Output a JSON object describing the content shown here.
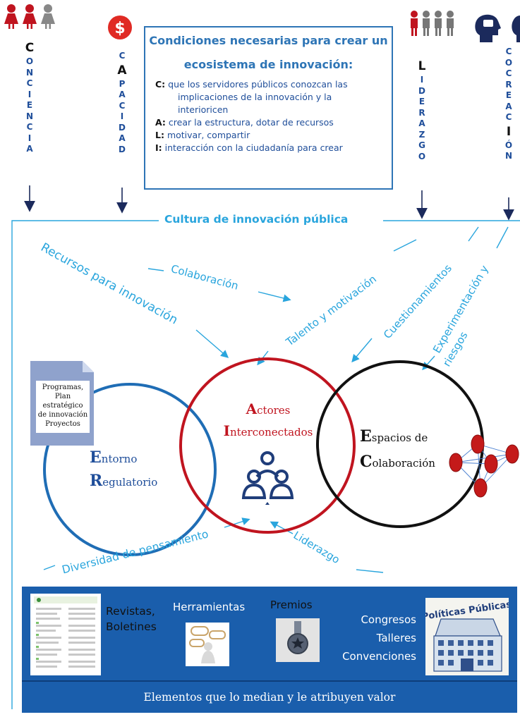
{
  "columns": {
    "conciencia": [
      "C",
      "O",
      "N",
      "C",
      "I",
      "E",
      "N",
      "C",
      "I",
      "A"
    ],
    "capacidad": [
      "C",
      "A",
      "P",
      "A",
      "C",
      "I",
      "D",
      "A",
      "D"
    ],
    "liderazgo": [
      "L",
      "I",
      "D",
      "E",
      "R",
      "A",
      "Z",
      "G",
      "O"
    ],
    "cocreacion": [
      "C",
      "O",
      "C",
      "R",
      "E",
      "A",
      "C",
      "I",
      "Ó",
      "N"
    ]
  },
  "dollar_symbol": "$",
  "conditions": {
    "title_line1": "Condiciones necesarias para crear un",
    "title_line2": "ecosistema de innovación:",
    "items": [
      {
        "key": "C:",
        "text": "que los servidores públicos conozcan las implicaciones de la innovación y la interioricen"
      },
      {
        "key": "A:",
        "text": "crear la estructura, dotar de recursos"
      },
      {
        "key": "L:",
        "text": "motivar, compartir"
      },
      {
        "key": "I:",
        "text": "interacción con la ciudadanía para crear"
      }
    ]
  },
  "culture_label": "Cultura de innovación pública",
  "flows": {
    "recursos": "Recursos para innovación",
    "colaboracion": "Colaboración",
    "talento": "Talento y motivación",
    "cuestionamientos": "Cuestionamientos",
    "experimentacion_1": "Experimentación y",
    "experimentacion_2": "riesgos",
    "diversidad": "Diversidad de pensamiento",
    "liderazgo": "Liderazgo"
  },
  "document": {
    "line1": "Programas,",
    "line2": "Plan estratégico",
    "line3": "de innovación",
    "line4": "Proyectos"
  },
  "circles": {
    "entorno_1_initial": "E",
    "entorno_1_rest": "ntorno",
    "entorno_2_initial": "R",
    "entorno_2_rest": "egulatorio",
    "actores_1_initial": "A",
    "actores_1_rest": "ctores",
    "actores_2_initial": "I",
    "actores_2_rest": "nterconectados",
    "espacios_1_initial": "E",
    "espacios_1_rest": "spacios de",
    "espacios_2_initial": "C",
    "espacios_2_rest": "olaboración"
  },
  "colors": {
    "blue_circle": "#1f6db5",
    "red_circle": "#c0141f",
    "black_circle": "#111111",
    "accent_cyan": "#29a5dd",
    "panel_blue": "#1a5eac",
    "dark_blue_text": "#1f4e9a"
  },
  "elements": {
    "revistas_1": "Revistas,",
    "revistas_2": "Boletines",
    "herramientas": "Herramientas",
    "premios": "Premios",
    "congresos": "Congresos",
    "talleres": "Talleres",
    "convenciones": "Convenciones",
    "politicas": "Políticas Públicas"
  },
  "footer": "Elementos que lo median y le atribuyen valor"
}
